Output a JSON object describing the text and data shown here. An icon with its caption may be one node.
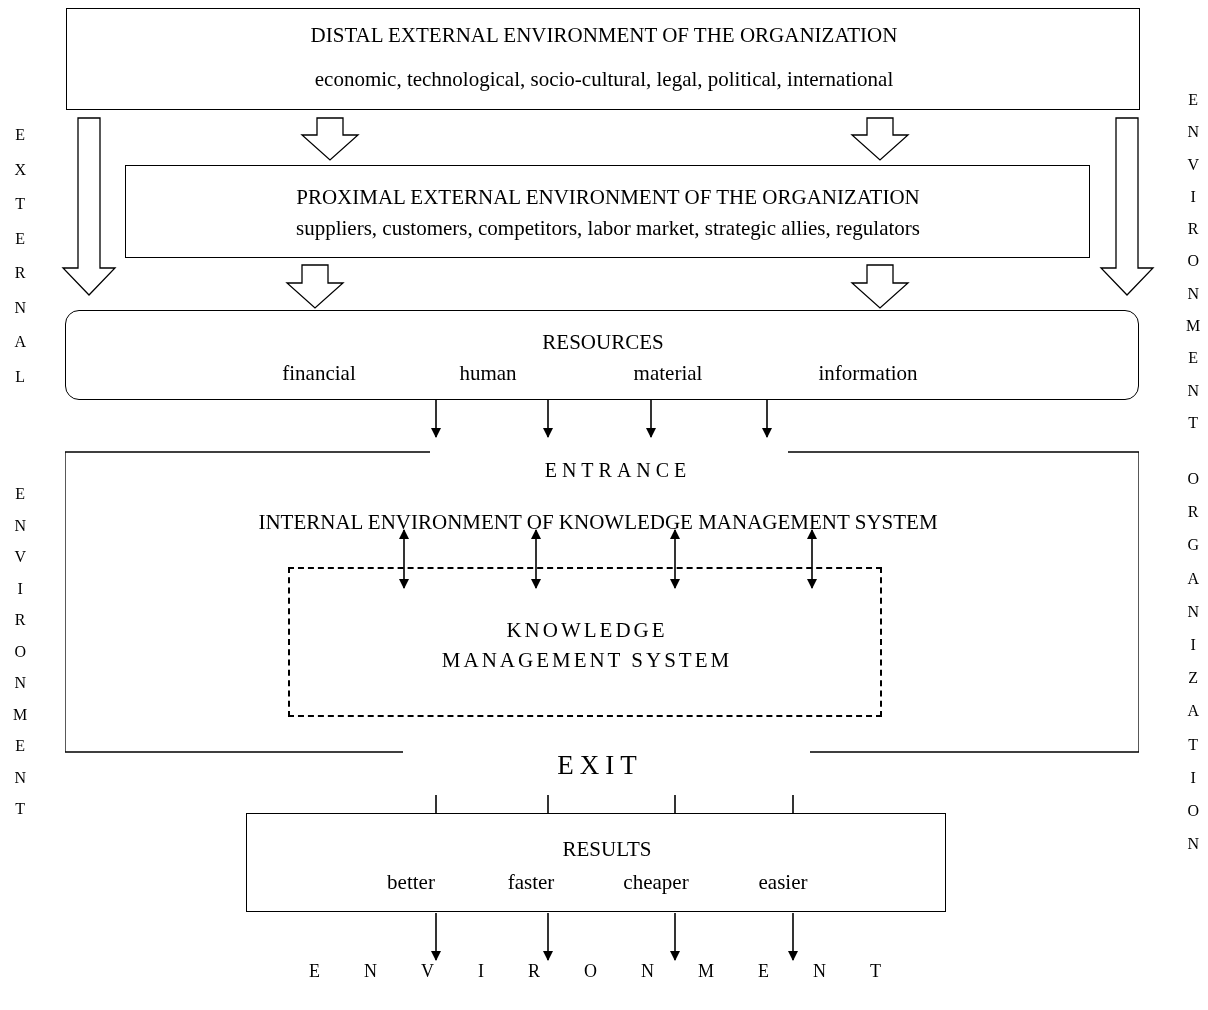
{
  "diagram": {
    "nodes": [
      {
        "text": [
          "DISTAL EXTERNAL ENVIRONMENT OF THE ORGANIZATION",
          "economic, technological, socio-cultural, legal, political, international"
        ]
      },
      {
        "text": [
          "PROXIMAL EXTERNAL ENVIRONMENT OF THE ORGANIZATION",
          "suppliers, customers, competitors, labor market, strategic allies, regulators"
        ]
      },
      {
        "text": [
          "RESOURCES",
          "financial",
          "human",
          "material",
          "information"
        ]
      },
      {
        "text": [
          "ENTRANCE",
          "INTERNAL ENVIRONMENT OF KNOWLEDGE MANAGEMENT SYSTEM",
          "EXIT"
        ]
      },
      {
        "text": [
          "KNOWLEDGE MANAGEMENT SYSTEM"
        ],
        "in": 3
      },
      {
        "text": [
          "RESULTS",
          "better",
          "faster",
          "cheaper",
          "easier"
        ]
      },
      {
        "text": [
          "ENVIRONMENT"
        ]
      }
    ],
    "edges": [
      {
        "from": 0,
        "to": 1,
        "arrow": "to"
      },
      {
        "from": 0,
        "to": 1,
        "arrow": "to"
      },
      {
        "from": 0,
        "to": 2,
        "arrow": "to"
      },
      {
        "from": 0,
        "to": 2,
        "arrow": "to"
      },
      {
        "from": 1,
        "to": 2,
        "arrow": "to"
      },
      {
        "from": 1,
        "to": 2,
        "arrow": "to"
      },
      {
        "from": 2,
        "to": 3,
        "arrow": "to"
      },
      {
        "from": 2,
        "to": 3,
        "arrow": "to"
      },
      {
        "from": 2,
        "to": 3,
        "arrow": "to"
      },
      {
        "from": 2,
        "to": 3,
        "arrow": "to"
      },
      {
        "from": null,
        "to": 4,
        "arrow": "both"
      },
      {
        "from": null,
        "to": 4,
        "arrow": "both"
      },
      {
        "from": null,
        "to": 4,
        "arrow": "both"
      },
      {
        "from": null,
        "to": 4,
        "arrow": "both"
      },
      {
        "from": null,
        "to": 5,
        "arrow": "none"
      },
      {
        "from": null,
        "to": 5,
        "arrow": "none"
      },
      {
        "from": null,
        "to": 5,
        "arrow": "none"
      },
      {
        "from": null,
        "to": 5,
        "arrow": "none"
      },
      {
        "from": 5,
        "to": 6,
        "arrow": "to"
      },
      {
        "from": 5,
        "to": 6,
        "arrow": "to"
      },
      {
        "from": 5,
        "to": 6,
        "arrow": "to"
      },
      {
        "from": 5,
        "to": 6,
        "arrow": "to"
      }
    ],
    "labels": [
      "EXTERNAL",
      "ENVIRONMENT",
      "ENVIRONMENT",
      "ORGANIZATION"
    ]
  }
}
